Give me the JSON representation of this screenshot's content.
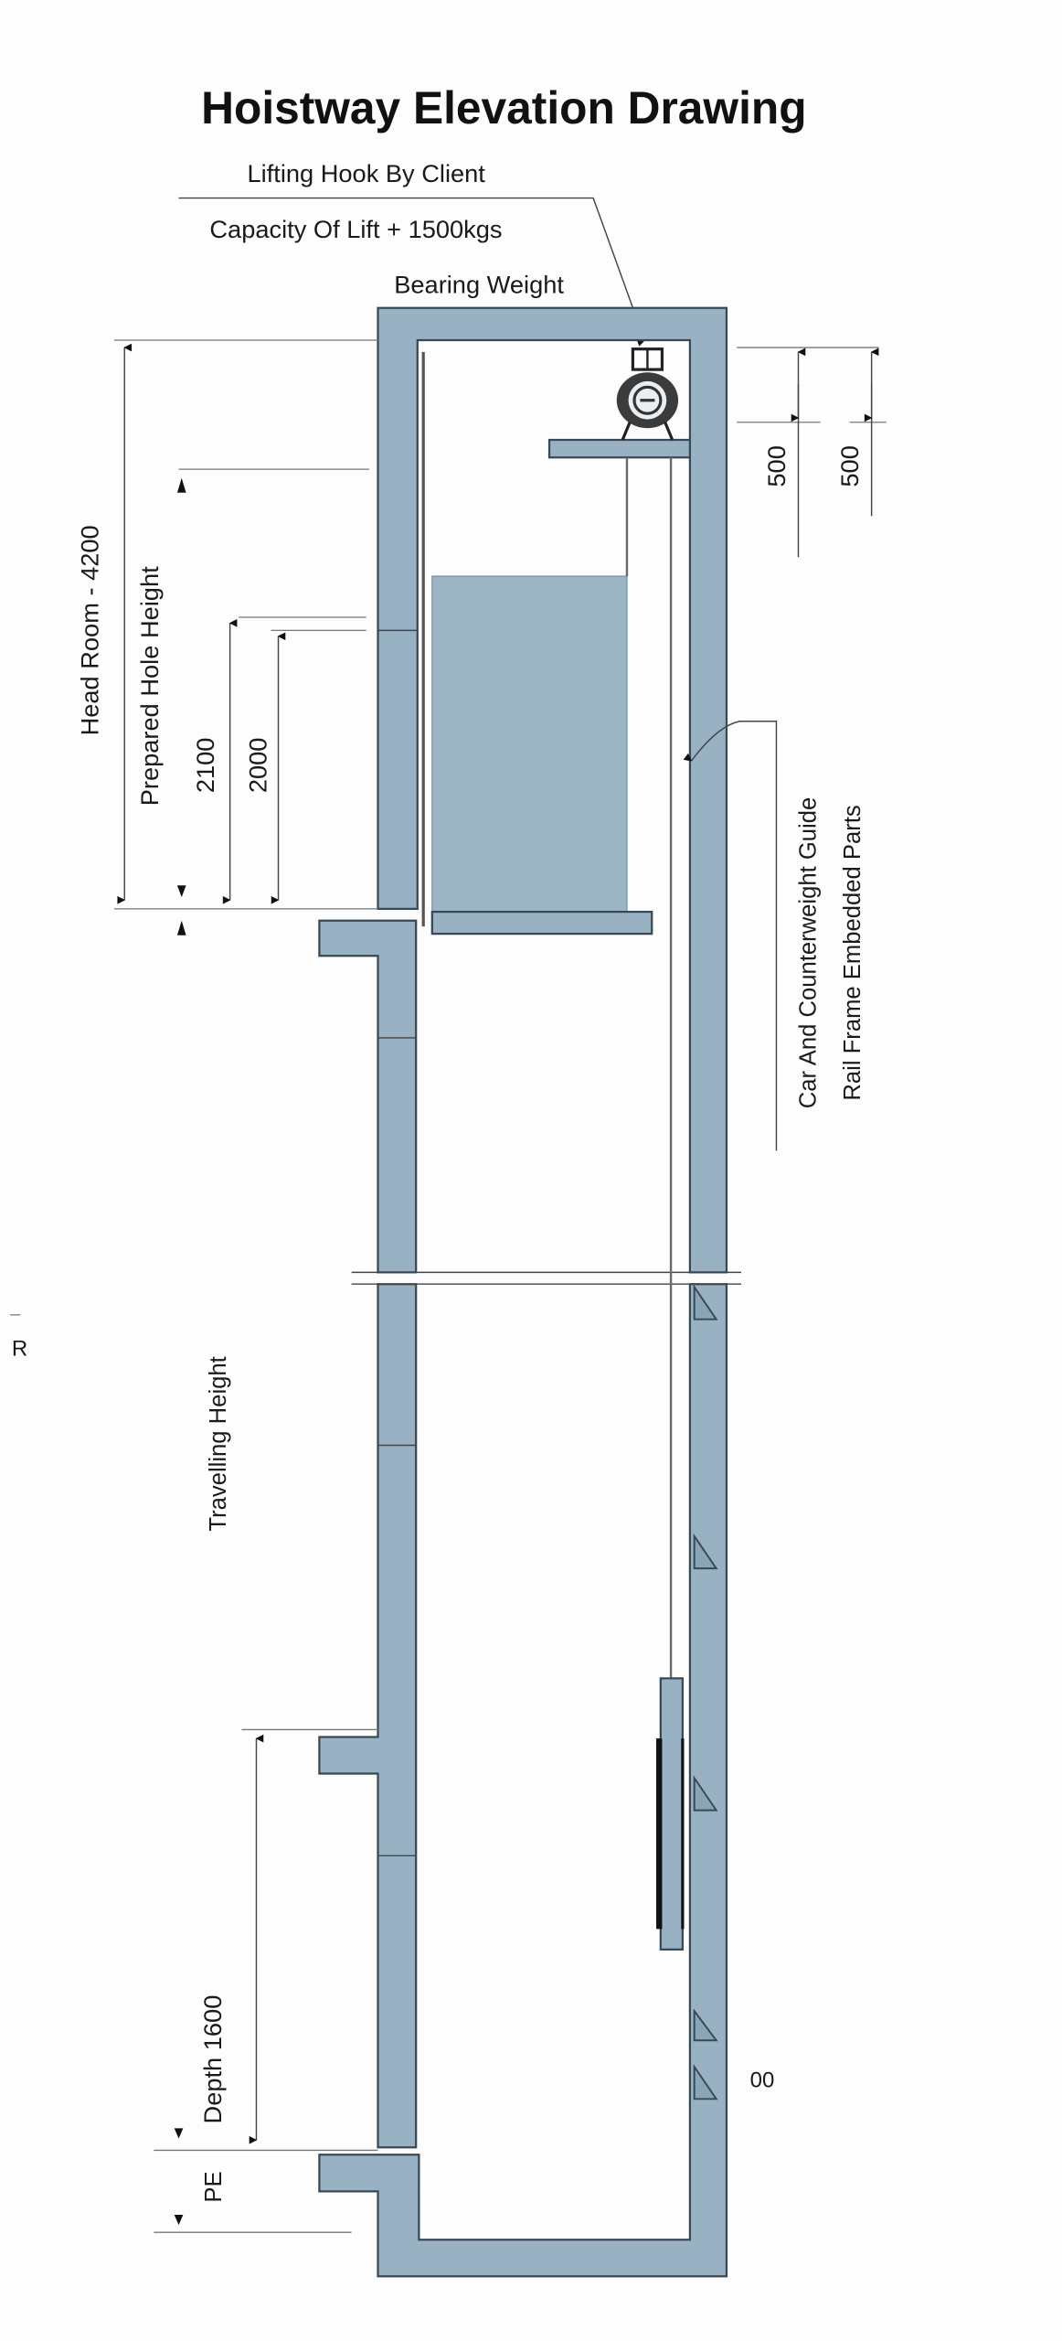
{
  "title": "Hoistway Elevation Drawing",
  "labels": {
    "lifting_hook": "Lifting Hook By Client",
    "capacity": "Capacity Of Lift + 1500kgs",
    "bearing_weight": "Bearing Weight",
    "guide_rail_line1": "Car And Counterweight Guide",
    "guide_rail_line2": "Rail Frame Embedded Parts",
    "head_room": "Head Room - 4200",
    "prepared_hole_height": "Prepared Hole Height",
    "dim_2100": "2100",
    "dim_2000": "2000",
    "dim_500_a": "500",
    "dim_500_b": "500",
    "travelling_height": "Travelling Height",
    "pit_depth": "Depth 1600",
    "pe": "PE",
    "fragment_r": "R",
    "fragment_00": "00"
  },
  "colors": {
    "wall": "#98b2c4",
    "car": "#9ab4c4",
    "outline": "#3a4854"
  }
}
